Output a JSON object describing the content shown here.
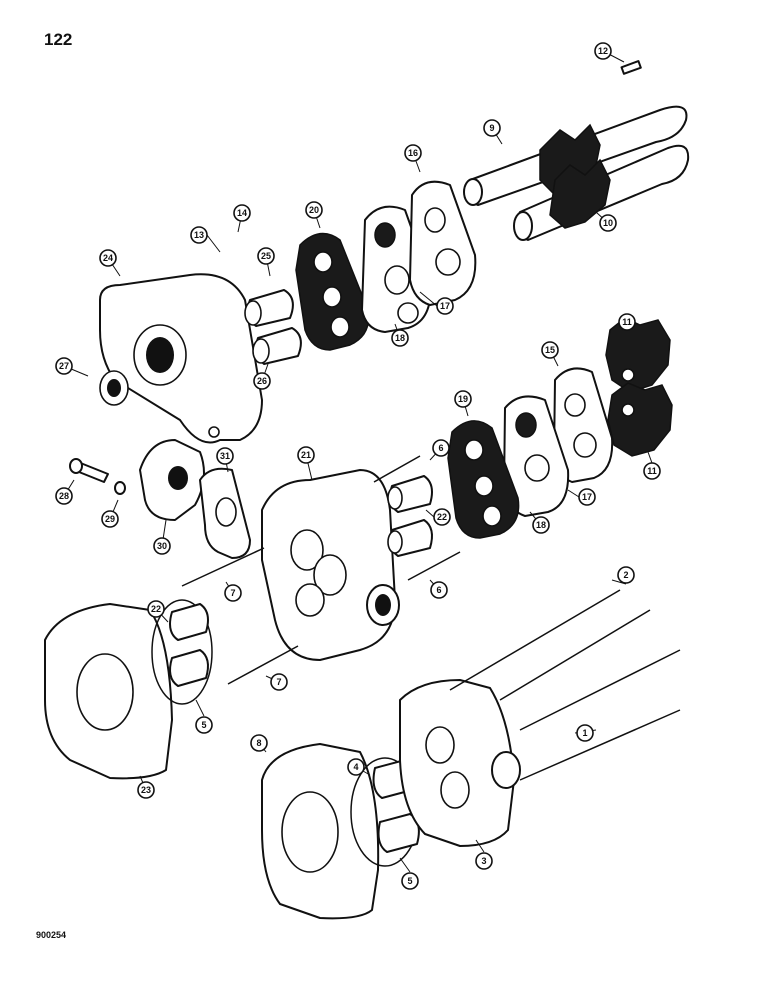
{
  "page_number": "122",
  "figure_code": "900254",
  "callouts": [
    {
      "id": "c1",
      "label": "1"
    },
    {
      "id": "c2",
      "label": "2"
    },
    {
      "id": "c3",
      "label": "3"
    },
    {
      "id": "c4",
      "label": "4"
    },
    {
      "id": "c5a",
      "label": "5"
    },
    {
      "id": "c5b",
      "label": "5"
    },
    {
      "id": "c6a",
      "label": "6"
    },
    {
      "id": "c6b",
      "label": "6"
    },
    {
      "id": "c7a",
      "label": "7"
    },
    {
      "id": "c7b",
      "label": "7"
    },
    {
      "id": "c8",
      "label": "8"
    },
    {
      "id": "c9",
      "label": "9"
    },
    {
      "id": "c10",
      "label": "10"
    },
    {
      "id": "c11a",
      "label": "11"
    },
    {
      "id": "c11b",
      "label": "11"
    },
    {
      "id": "c12",
      "label": "12"
    },
    {
      "id": "c13",
      "label": "13"
    },
    {
      "id": "c14",
      "label": "14"
    },
    {
      "id": "c15",
      "label": "15"
    },
    {
      "id": "c16",
      "label": "16"
    },
    {
      "id": "c17a",
      "label": "17"
    },
    {
      "id": "c17b",
      "label": "17"
    },
    {
      "id": "c18a",
      "label": "18"
    },
    {
      "id": "c18b",
      "label": "18"
    },
    {
      "id": "c19",
      "label": "19"
    },
    {
      "id": "c20",
      "label": "20"
    },
    {
      "id": "c21",
      "label": "21"
    },
    {
      "id": "c22a",
      "label": "22"
    },
    {
      "id": "c22b",
      "label": "22"
    },
    {
      "id": "c23",
      "label": "23"
    },
    {
      "id": "c24",
      "label": "24"
    },
    {
      "id": "c25",
      "label": "25"
    },
    {
      "id": "c26",
      "label": "26"
    },
    {
      "id": "c27",
      "label": "27"
    },
    {
      "id": "c28",
      "label": "28"
    },
    {
      "id": "c29",
      "label": "29"
    },
    {
      "id": "c30",
      "label": "30"
    },
    {
      "id": "c31",
      "label": "31"
    }
  ]
}
